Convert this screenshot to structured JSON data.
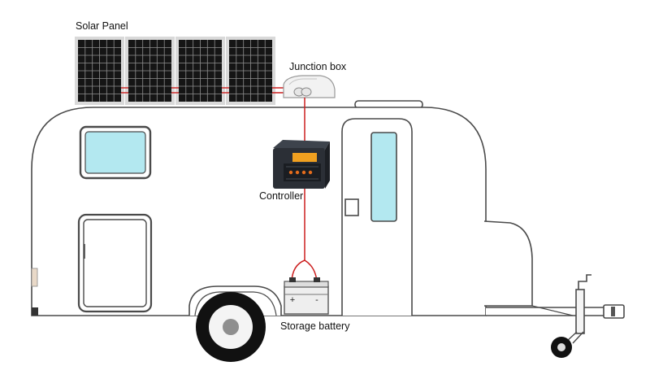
{
  "labels": {
    "solar_panel": "Solar Panel",
    "junction_box": "Junction box",
    "controller": "Controller",
    "storage_battery": "Storage battery"
  },
  "battery_terminals": {
    "positive": "+",
    "negative": "-"
  },
  "colors": {
    "outline": "#4a4a4a",
    "window_glass": "#b3e8f0",
    "wire": "#cc1f1f",
    "panel_cell": "#151515",
    "panel_frame": "#d9d9d9",
    "controller_body": "#2b2f36"
  },
  "components": [
    "solar-panel-array",
    "junction-box",
    "charge-controller",
    "storage-battery",
    "caravan-trailer"
  ]
}
